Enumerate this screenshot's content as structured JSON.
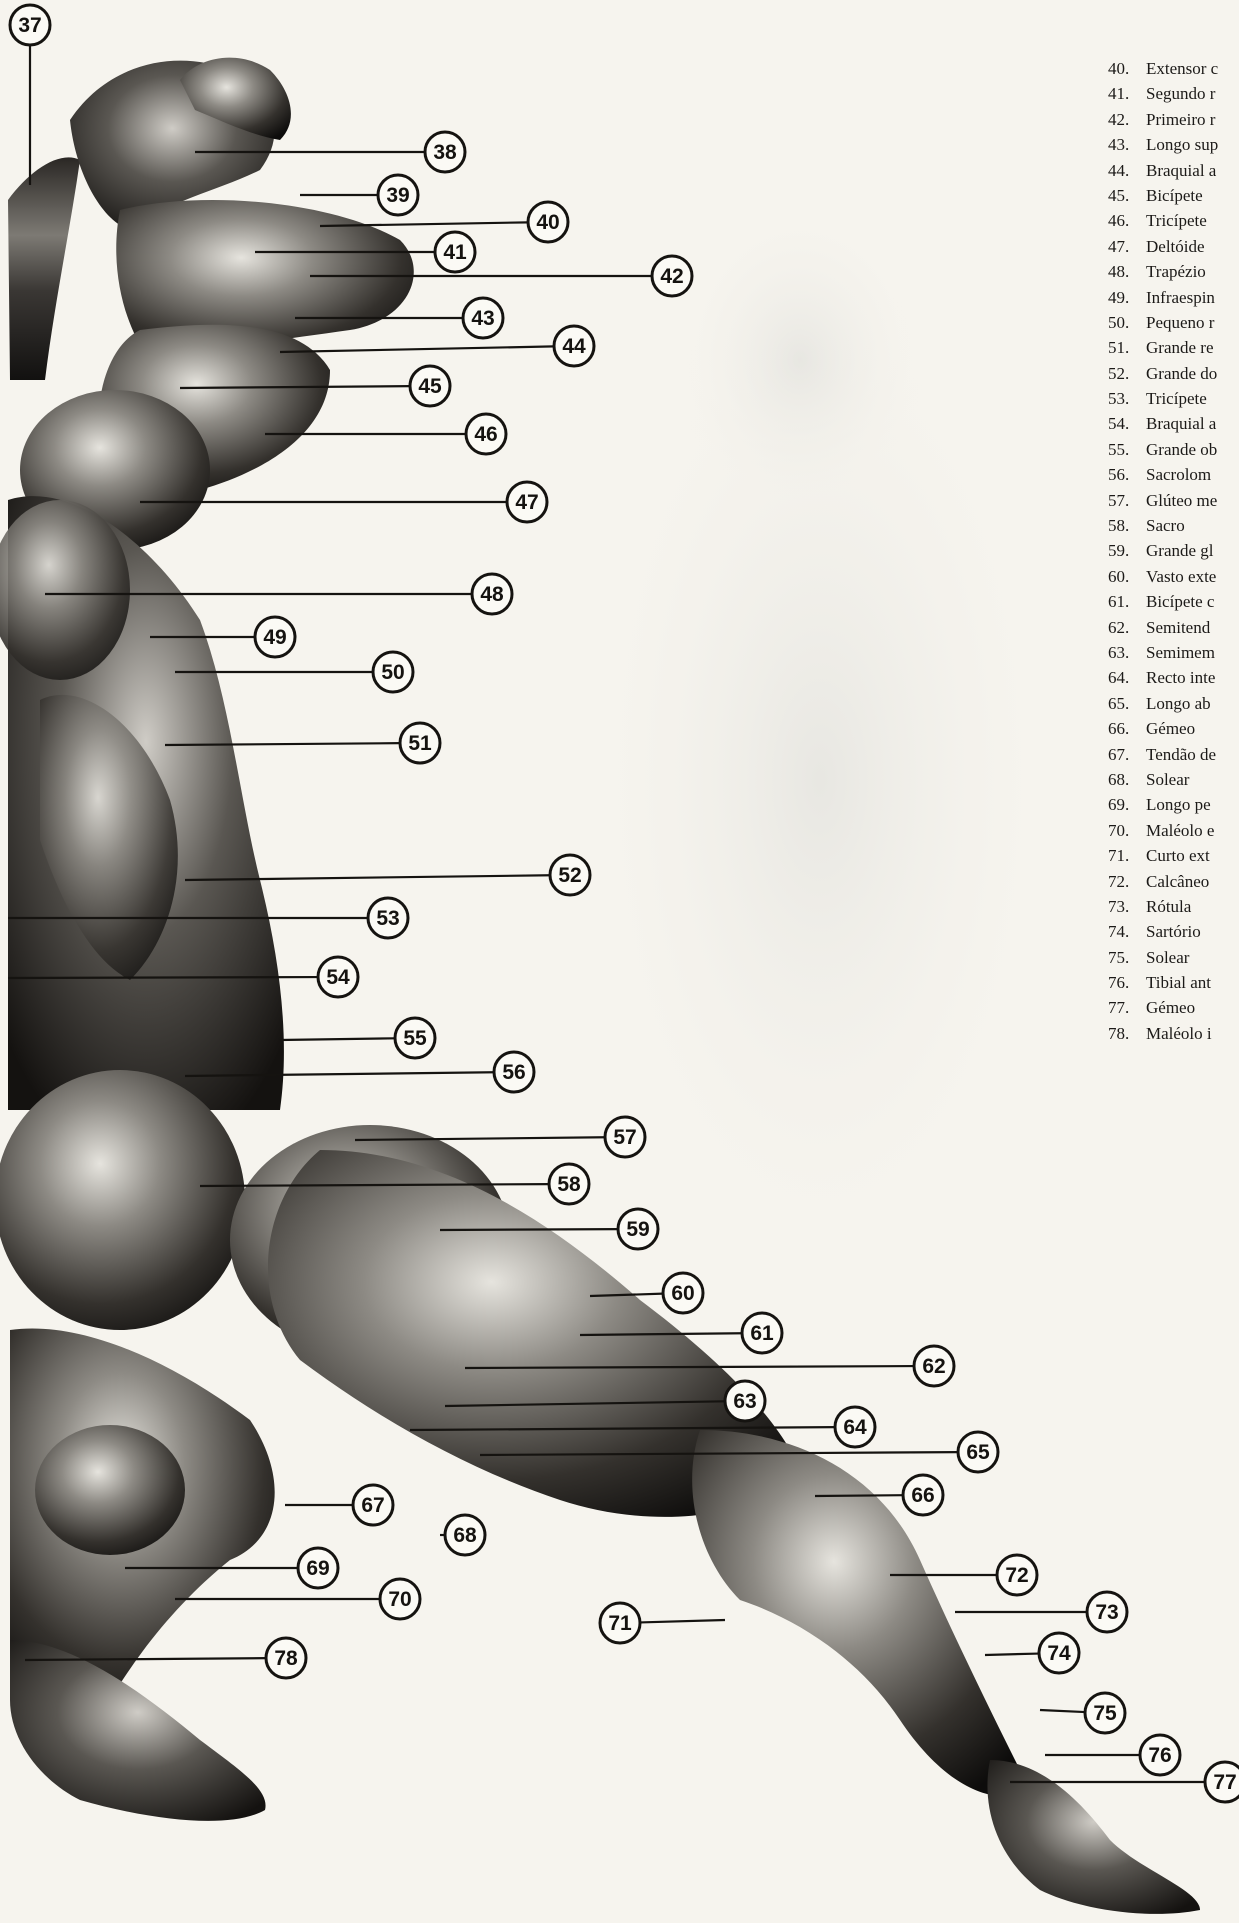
{
  "figure": {
    "callout_numbers": [
      "37",
      "38",
      "39",
      "40",
      "41",
      "42",
      "43",
      "44",
      "45",
      "46",
      "47",
      "48",
      "49",
      "50",
      "51",
      "52",
      "53",
      "54",
      "55",
      "56",
      "57",
      "58",
      "59",
      "60",
      "61",
      "62",
      "63",
      "64",
      "65",
      "66",
      "67",
      "68",
      "69",
      "70",
      "71",
      "72",
      "73",
      "74",
      "75",
      "76",
      "77",
      "78"
    ],
    "legend_items": [
      {
        "num": "40.",
        "label": "Extensor c"
      },
      {
        "num": "41.",
        "label": "Segundo r"
      },
      {
        "num": "42.",
        "label": "Primeiro r"
      },
      {
        "num": "43.",
        "label": "Longo sup"
      },
      {
        "num": "44.",
        "label": "Braquial a"
      },
      {
        "num": "45.",
        "label": "Bicípete"
      },
      {
        "num": "46.",
        "label": "Tricípete"
      },
      {
        "num": "47.",
        "label": "Deltóide"
      },
      {
        "num": "48.",
        "label": "Trapézio"
      },
      {
        "num": "49.",
        "label": "Infraespin"
      },
      {
        "num": "50.",
        "label": "Pequeno r"
      },
      {
        "num": "51.",
        "label": "Grande re"
      },
      {
        "num": "52.",
        "label": "Grande do"
      },
      {
        "num": "53.",
        "label": "Tricípete"
      },
      {
        "num": "54.",
        "label": "Braquial a"
      },
      {
        "num": "55.",
        "label": "Grande ob"
      },
      {
        "num": "56.",
        "label": "Sacrolom"
      },
      {
        "num": "57.",
        "label": "Glúteo me"
      },
      {
        "num": "58.",
        "label": "Sacro"
      },
      {
        "num": "59.",
        "label": "Grande gl"
      },
      {
        "num": "60.",
        "label": "Vasto exte"
      },
      {
        "num": "61.",
        "label": "Bicípete c"
      },
      {
        "num": "62.",
        "label": "Semitend"
      },
      {
        "num": "63.",
        "label": "Semimem"
      },
      {
        "num": "64.",
        "label": "Recto inte"
      },
      {
        "num": "65.",
        "label": "Longo ab"
      },
      {
        "num": "66.",
        "label": "Gémeo"
      },
      {
        "num": "67.",
        "label": "Tendão de"
      },
      {
        "num": "68.",
        "label": "Solear"
      },
      {
        "num": "69.",
        "label": "Longo pe"
      },
      {
        "num": "70.",
        "label": "Maléolo e"
      },
      {
        "num": "71.",
        "label": "Curto ext"
      },
      {
        "num": "72.",
        "label": "Calcâneo"
      },
      {
        "num": "73.",
        "label": "Rótula"
      },
      {
        "num": "74.",
        "label": "Sartório"
      },
      {
        "num": "75.",
        "label": "Solear"
      },
      {
        "num": "76.",
        "label": "Tibial ant"
      },
      {
        "num": "77.",
        "label": "Gémeo"
      },
      {
        "num": "78.",
        "label": "Maléolo i"
      }
    ],
    "colors": {
      "paper": "#f6f4ee",
      "ink": "#151310",
      "muscle_dark": "#1a1816",
      "muscle_mid": "#5a5752",
      "highlight": "#e6e4de"
    },
    "icons": [
      "shaded-anatomical-figure",
      "numbered-callout-circle"
    ]
  }
}
